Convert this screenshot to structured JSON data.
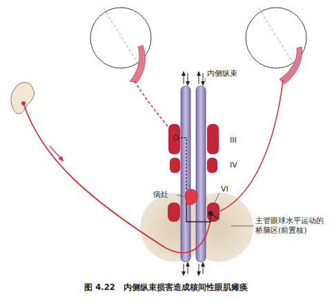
{
  "diagram": {
    "caption": "图 4.22　内侧纵束损害造成核间性眼肌瘫痪",
    "labels": [
      "内侧纵束",
      "III",
      "IV",
      "病灶",
      "VI",
      "主管眼球水平运动的桥脑区(前置核)"
    ]
  }
}
